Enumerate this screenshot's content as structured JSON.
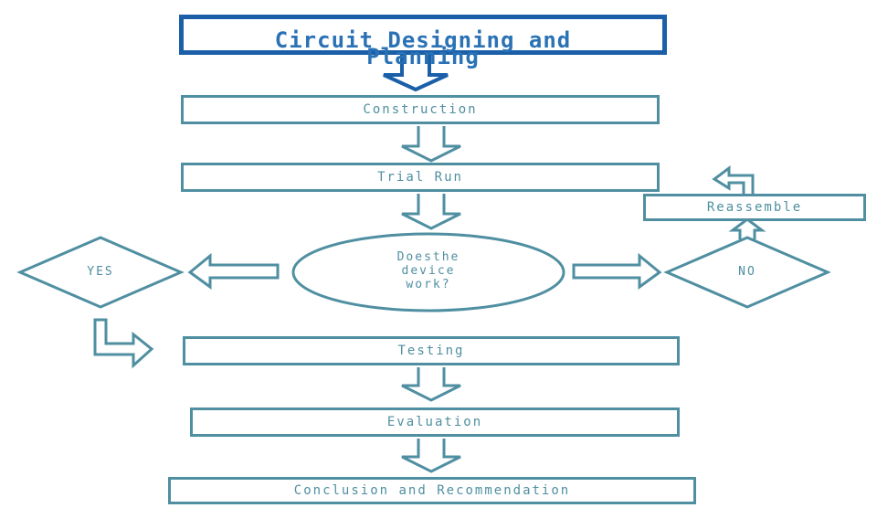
{
  "title": "Circuit Designing and Planning",
  "steps": {
    "construction": "Construction",
    "trial_run": "Trial Run",
    "decision": "Doesthe device work?",
    "decision_line1": "Doesthe",
    "decision_line2": "device",
    "decision_line3": "work?",
    "yes": "YES",
    "no": "NO",
    "reassemble": "Reassemble",
    "testing": "Testing",
    "evaluation": "Evaluation",
    "conclusion": "Conclusion and Recommendation"
  },
  "colors": {
    "title_border": "#1b5fa8",
    "title_text": "#2a72b5",
    "shape_stroke": "#4f8fa1"
  }
}
